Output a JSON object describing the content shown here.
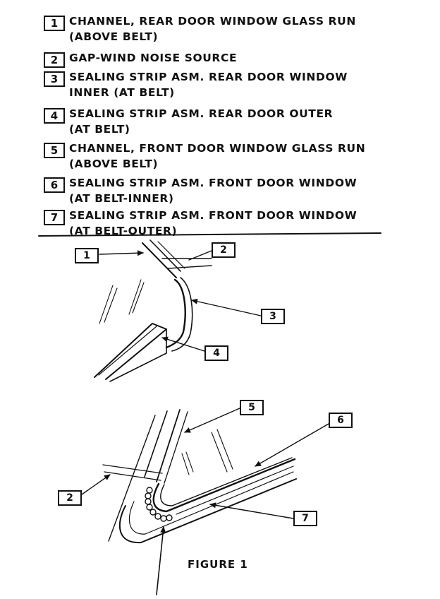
{
  "legend": [
    {
      "number": "1",
      "line1": "CHANNEL, REAR DOOR WINDOW GLASS RUN",
      "line2": "(ABOVE BELT)"
    },
    {
      "number": "2",
      "line1": "GAP-WIND NOISE SOURCE",
      "line2": ""
    },
    {
      "number": "3",
      "line1": "SEALING STRIP ASM. REAR DOOR WINDOW",
      "line2": "INNER (AT BELT)"
    },
    {
      "number": "4",
      "line1": "SEALING STRIP ASM. REAR DOOR OUTER",
      "line2": "(AT BELT)"
    },
    {
      "number": "5",
      "line1": "CHANNEL, FRONT DOOR WINDOW GLASS RUN",
      "line2": "(ABOVE BELT)"
    },
    {
      "number": "6",
      "line1": "SEALING STRIP ASM. FRONT DOOR WINDOW",
      "line2": "(AT BELT-INNER)"
    },
    {
      "number": "7",
      "line1": "SEALING STRIP ASM. FRONT DOOR WINDOW",
      "line2": "(AT BELT-OUTER)"
    }
  ],
  "upper_callouts": [
    "1",
    "2",
    "3",
    "4"
  ],
  "lower_callouts": [
    "5",
    "6",
    "2",
    "7"
  ],
  "caption": "FIGURE  1"
}
